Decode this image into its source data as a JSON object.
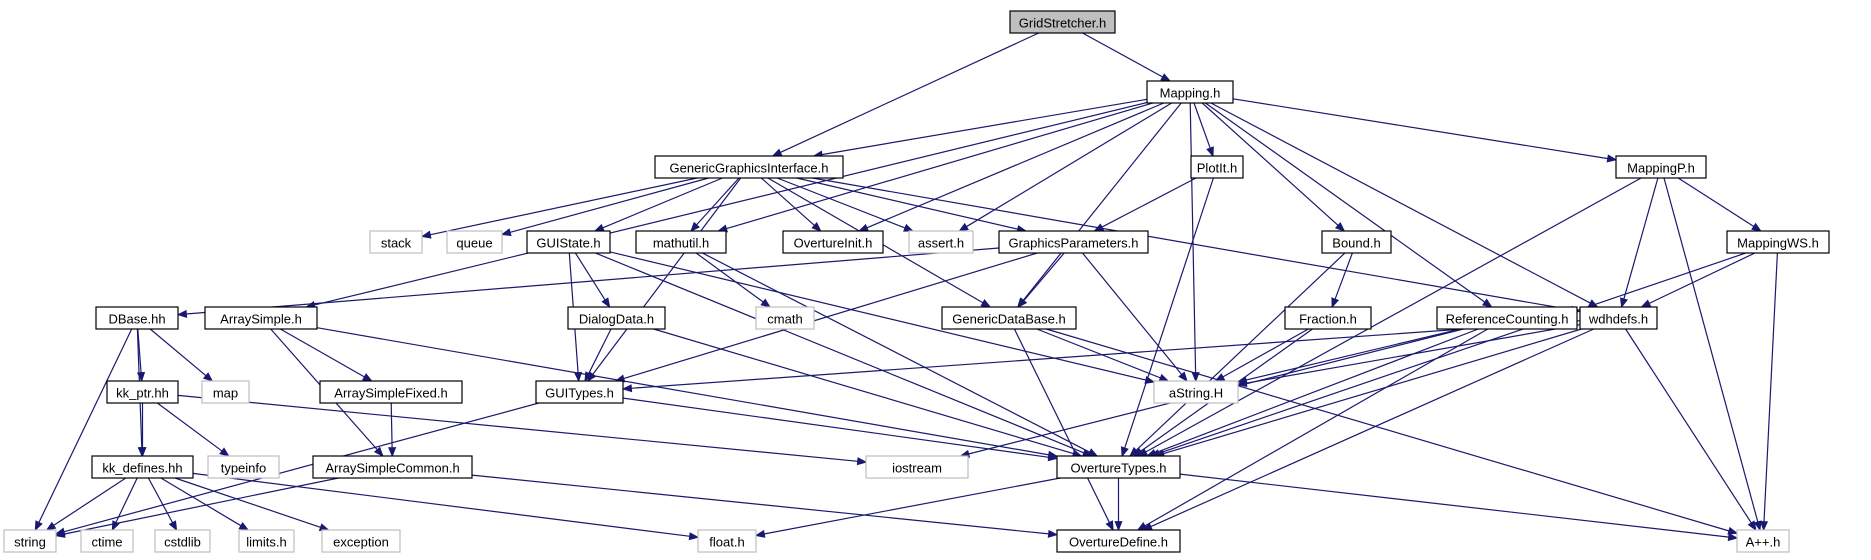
{
  "diagram": {
    "nodes": [
      {
        "id": "gridstretcher",
        "label": "GridStretcher.h",
        "kind": "root"
      },
      {
        "id": "mapping",
        "label": "Mapping.h",
        "kind": "header"
      },
      {
        "id": "ggi",
        "label": "GenericGraphicsInterface.h",
        "kind": "header"
      },
      {
        "id": "plotit",
        "label": "PlotIt.h",
        "kind": "header"
      },
      {
        "id": "mappingp",
        "label": "MappingP.h",
        "kind": "header"
      },
      {
        "id": "stack",
        "label": "stack",
        "kind": "external"
      },
      {
        "id": "queue",
        "label": "queue",
        "kind": "external"
      },
      {
        "id": "guistate",
        "label": "GUIState.h",
        "kind": "header"
      },
      {
        "id": "mathutil",
        "label": "mathutil.h",
        "kind": "header"
      },
      {
        "id": "overtureinit",
        "label": "OvertureInit.h",
        "kind": "header"
      },
      {
        "id": "assert",
        "label": "assert.h",
        "kind": "external"
      },
      {
        "id": "graphicsparams",
        "label": "GraphicsParameters.h",
        "kind": "header"
      },
      {
        "id": "bound",
        "label": "Bound.h",
        "kind": "header"
      },
      {
        "id": "mappingws",
        "label": "MappingWS.h",
        "kind": "header"
      },
      {
        "id": "dbase",
        "label": "DBase.hh",
        "kind": "header"
      },
      {
        "id": "arraysimple",
        "label": "ArraySimple.h",
        "kind": "header"
      },
      {
        "id": "dialogdata",
        "label": "DialogData.h",
        "kind": "header"
      },
      {
        "id": "cmath",
        "label": "cmath",
        "kind": "external"
      },
      {
        "id": "genericdatabase",
        "label": "GenericDataBase.h",
        "kind": "header"
      },
      {
        "id": "fraction",
        "label": "Fraction.h",
        "kind": "header"
      },
      {
        "id": "refcounting",
        "label": "ReferenceCounting.h",
        "kind": "header"
      },
      {
        "id": "wdhdefs",
        "label": "wdhdefs.h",
        "kind": "header"
      },
      {
        "id": "map",
        "label": "map",
        "kind": "external"
      },
      {
        "id": "kkptr",
        "label": "kk_ptr.hh",
        "kind": "header"
      },
      {
        "id": "arraysimplefixed",
        "label": "ArraySimpleFixed.h",
        "kind": "header"
      },
      {
        "id": "guitypes",
        "label": "GUITypes.h",
        "kind": "header"
      },
      {
        "id": "astring",
        "label": "aString.H",
        "kind": "external"
      },
      {
        "id": "typeinfo",
        "label": "typeinfo",
        "kind": "external"
      },
      {
        "id": "kkdefines",
        "label": "kk_defines.hh",
        "kind": "header"
      },
      {
        "id": "arraysimplecommon",
        "label": "ArraySimpleCommon.h",
        "kind": "header"
      },
      {
        "id": "iostream",
        "label": "iostream",
        "kind": "external"
      },
      {
        "id": "overturetypes",
        "label": "OvertureTypes.h",
        "kind": "header"
      },
      {
        "id": "string",
        "label": "string",
        "kind": "external"
      },
      {
        "id": "ctime",
        "label": "ctime",
        "kind": "external"
      },
      {
        "id": "cstdlib",
        "label": "cstdlib",
        "kind": "external"
      },
      {
        "id": "limits",
        "label": "limits.h",
        "kind": "external"
      },
      {
        "id": "exception",
        "label": "exception",
        "kind": "external"
      },
      {
        "id": "float",
        "label": "float.h",
        "kind": "external"
      },
      {
        "id": "overturedefine",
        "label": "OvertureDefine.h",
        "kind": "header"
      },
      {
        "id": "app",
        "label": "A++.h",
        "kind": "external"
      }
    ],
    "edges": [
      [
        "gridstretcher",
        "mapping"
      ],
      [
        "gridstretcher",
        "ggi"
      ],
      [
        "mapping",
        "ggi"
      ],
      [
        "mapping",
        "plotit"
      ],
      [
        "mapping",
        "mappingp"
      ],
      [
        "mapping",
        "arraysimple"
      ],
      [
        "mapping",
        "mathutil"
      ],
      [
        "mapping",
        "overtureinit"
      ],
      [
        "mapping",
        "assert"
      ],
      [
        "mapping",
        "bound"
      ],
      [
        "mapping",
        "genericdatabase"
      ],
      [
        "mapping",
        "refcounting"
      ],
      [
        "mapping",
        "wdhdefs"
      ],
      [
        "mapping",
        "astring"
      ],
      [
        "ggi",
        "stack"
      ],
      [
        "ggi",
        "queue"
      ],
      [
        "ggi",
        "guistate"
      ],
      [
        "ggi",
        "mathutil"
      ],
      [
        "ggi",
        "overtureinit"
      ],
      [
        "ggi",
        "assert"
      ],
      [
        "ggi",
        "graphicsparams"
      ],
      [
        "ggi",
        "guitypes"
      ],
      [
        "ggi",
        "genericdatabase"
      ],
      [
        "ggi",
        "wdhdefs"
      ],
      [
        "plotit",
        "graphicsparams"
      ],
      [
        "plotit",
        "overturetypes"
      ],
      [
        "mappingp",
        "mappingws"
      ],
      [
        "mappingp",
        "wdhdefs"
      ],
      [
        "mappingp",
        "overturetypes"
      ],
      [
        "mappingp",
        "app"
      ],
      [
        "guistate",
        "dialogdata"
      ],
      [
        "guistate",
        "guitypes"
      ],
      [
        "guistate",
        "astring"
      ],
      [
        "guistate",
        "overturetypes"
      ],
      [
        "mathutil",
        "cmath"
      ],
      [
        "mathutil",
        "overturetypes"
      ],
      [
        "graphicsparams",
        "dbase"
      ],
      [
        "graphicsparams",
        "genericdatabase"
      ],
      [
        "graphicsparams",
        "guitypes"
      ],
      [
        "graphicsparams",
        "astring"
      ],
      [
        "bound",
        "fraction"
      ],
      [
        "bound",
        "overturetypes"
      ],
      [
        "mappingws",
        "wdhdefs"
      ],
      [
        "mappingws",
        "overturetypes"
      ],
      [
        "mappingws",
        "app"
      ],
      [
        "dbase",
        "kkptr"
      ],
      [
        "dbase",
        "map"
      ],
      [
        "dbase",
        "kkdefines"
      ],
      [
        "dbase",
        "string"
      ],
      [
        "arraysimple",
        "arraysimplefixed"
      ],
      [
        "arraysimple",
        "arraysimplecommon"
      ],
      [
        "arraysimple",
        "overturetypes"
      ],
      [
        "dialogdata",
        "guitypes"
      ],
      [
        "dialogdata",
        "overturetypes"
      ],
      [
        "genericdatabase",
        "astring"
      ],
      [
        "genericdatabase",
        "overturedefine"
      ],
      [
        "genericdatabase",
        "app"
      ],
      [
        "fraction",
        "astring"
      ],
      [
        "fraction",
        "overturetypes"
      ],
      [
        "refcounting",
        "astring"
      ],
      [
        "refcounting",
        "overturetypes"
      ],
      [
        "refcounting",
        "overturedefine"
      ],
      [
        "refcounting",
        "iostream"
      ],
      [
        "wdhdefs",
        "guitypes"
      ],
      [
        "wdhdefs",
        "astring"
      ],
      [
        "wdhdefs",
        "overturetypes"
      ],
      [
        "wdhdefs",
        "overturedefine"
      ],
      [
        "wdhdefs",
        "app"
      ],
      [
        "kkptr",
        "kkdefines"
      ],
      [
        "kkptr",
        "typeinfo"
      ],
      [
        "kkptr",
        "iostream"
      ],
      [
        "arraysimplefixed",
        "arraysimplecommon"
      ],
      [
        "guitypes",
        "string"
      ],
      [
        "guitypes",
        "overturetypes"
      ],
      [
        "kkdefines",
        "string"
      ],
      [
        "kkdefines",
        "ctime"
      ],
      [
        "kkdefines",
        "cstdlib"
      ],
      [
        "kkdefines",
        "limits"
      ],
      [
        "kkdefines",
        "exception"
      ],
      [
        "kkdefines",
        "float"
      ],
      [
        "arraysimplecommon",
        "string"
      ],
      [
        "arraysimplecommon",
        "overturedefine"
      ],
      [
        "overturetypes",
        "float"
      ],
      [
        "overturetypes",
        "overturedefine"
      ],
      [
        "overturetypes",
        "app"
      ]
    ]
  }
}
